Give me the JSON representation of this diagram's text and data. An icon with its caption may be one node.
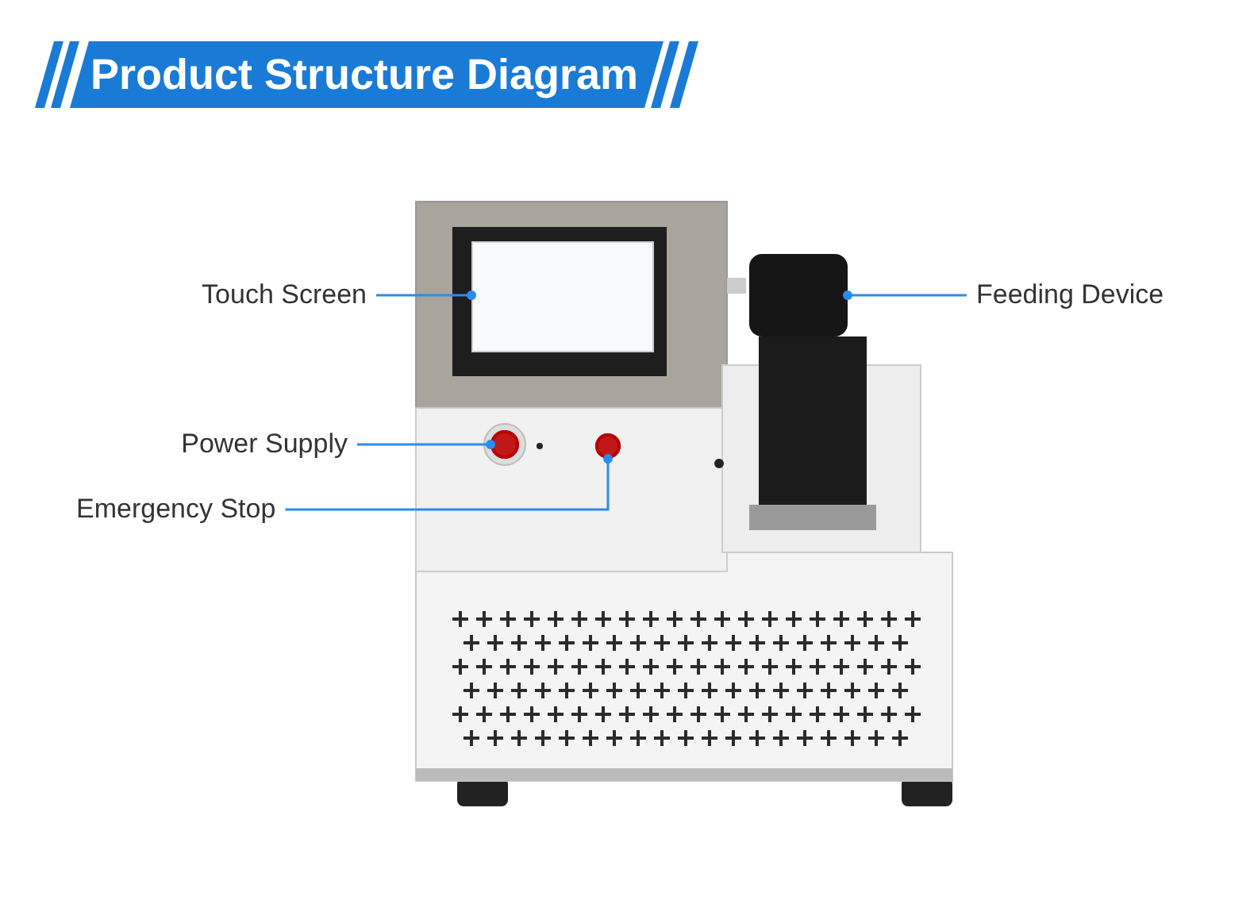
{
  "diagram": {
    "title": "Product Structure Diagram",
    "nodes": [
      {
        "text": [
          "Touch Screen"
        ]
      },
      {
        "text": [
          "Feeding Device"
        ]
      },
      {
        "text": [
          "Power Supply"
        ]
      },
      {
        "text": [
          "Emergency Stop"
        ]
      },
      {
        "text": [],
        "shape": "box"
      },
      {
        "text": [],
        "shape": "cylinder"
      },
      {
        "text": [],
        "shape": "circle"
      },
      {
        "text": [],
        "shape": "circle"
      }
    ],
    "edges": [
      {
        "from": 0,
        "to": 4,
        "arrow": "other"
      },
      {
        "from": 1,
        "to": 5,
        "arrow": "other"
      },
      {
        "from": 2,
        "to": 6,
        "arrow": "other"
      },
      {
        "from": 3,
        "to": 7,
        "arrow": "other"
      }
    ]
  }
}
